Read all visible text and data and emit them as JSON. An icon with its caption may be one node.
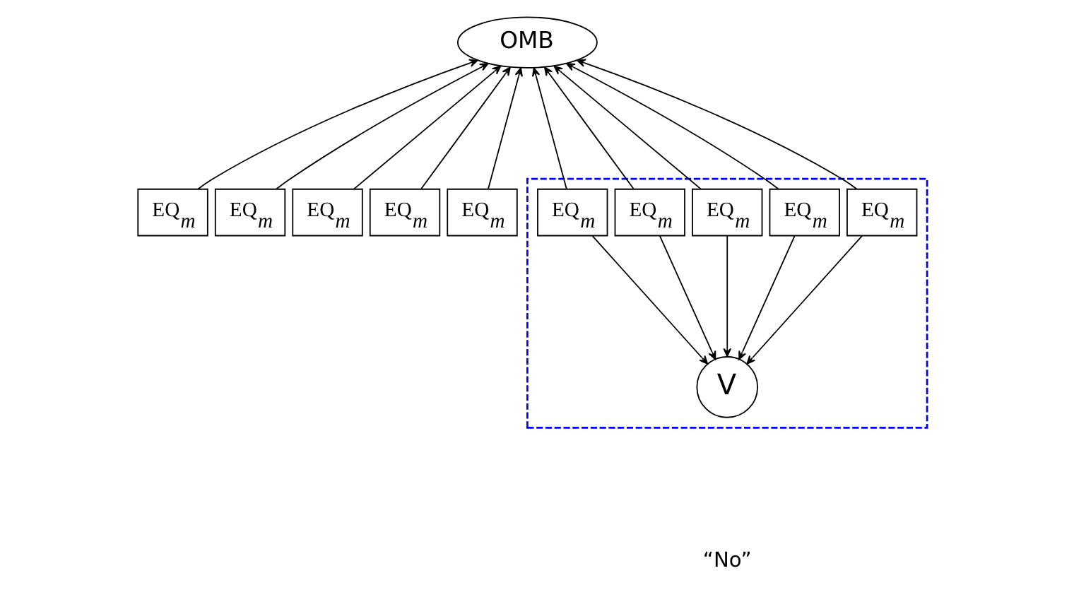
{
  "diagram": {
    "nodes": [
      {
        "text": [
          "OMB"
        ]
      },
      {
        "text": [
          "EQ$_{m}$"
        ]
      },
      {
        "text": [
          "EQ$_{m}$"
        ]
      },
      {
        "text": [
          "EQ$_{m}$"
        ]
      },
      {
        "text": [
          "EQ$_{m}$"
        ]
      },
      {
        "text": [
          "EQ$_{m}$"
        ]
      },
      {
        "text": [],
        "shape": "box"
      },
      {
        "text": [
          "EQ$_{m}$"
        ],
        "in": 6
      },
      {
        "text": [
          "EQ$_{m}$"
        ],
        "in": 6
      },
      {
        "text": [
          "EQ$_{m}$"
        ],
        "in": 6
      },
      {
        "text": [
          "EQ$_{m}$"
        ],
        "in": 6
      },
      {
        "text": [
          "EQ$_{m}$"
        ],
        "in": 6
      },
      {
        "text": [
          "V"
        ],
        "in": 6
      }
    ],
    "edges": [
      {
        "from": 1,
        "to": 0,
        "arrow": "to"
      },
      {
        "from": 2,
        "to": 0,
        "arrow": "to"
      },
      {
        "from": 3,
        "to": 0,
        "arrow": "to"
      },
      {
        "from": 4,
        "to": 0,
        "arrow": "to"
      },
      {
        "from": 5,
        "to": 0,
        "arrow": "to"
      },
      {
        "from": 7,
        "to": 0,
        "arrow": "to"
      },
      {
        "from": 8,
        "to": 0,
        "arrow": "to"
      },
      {
        "from": 9,
        "to": 0,
        "arrow": "to"
      },
      {
        "from": 10,
        "to": 0,
        "arrow": "to"
      },
      {
        "from": 11,
        "to": 0,
        "arrow": "to"
      },
      {
        "from": 7,
        "to": 12,
        "arrow": "to"
      },
      {
        "from": 8,
        "to": 12,
        "arrow": "to"
      },
      {
        "from": 9,
        "to": 12,
        "arrow": "to"
      },
      {
        "from": 10,
        "to": 12,
        "arrow": "to"
      },
      {
        "from": 11,
        "to": 12,
        "arrow": "to"
      }
    ],
    "labels": [
      "“No”"
    ]
  }
}
